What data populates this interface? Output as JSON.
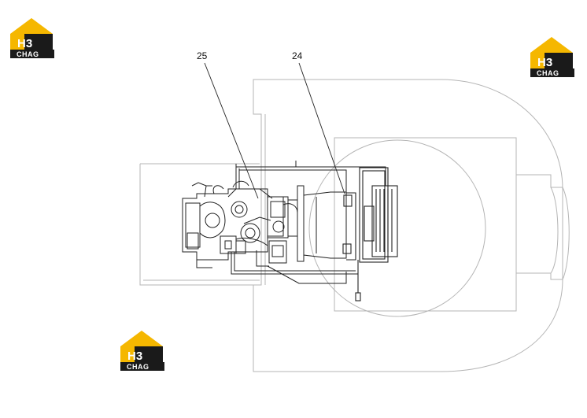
{
  "callouts": [
    {
      "id": "callout-25",
      "label": "25"
    },
    {
      "id": "callout-24",
      "label": "24"
    }
  ],
  "watermark": {
    "brand_top": "H3",
    "brand_bottom": "CHAG",
    "accent_color": "#F5B700",
    "dark_color": "#1a1a1a"
  },
  "icons": {
    "watermark": "house-logo-icon"
  }
}
